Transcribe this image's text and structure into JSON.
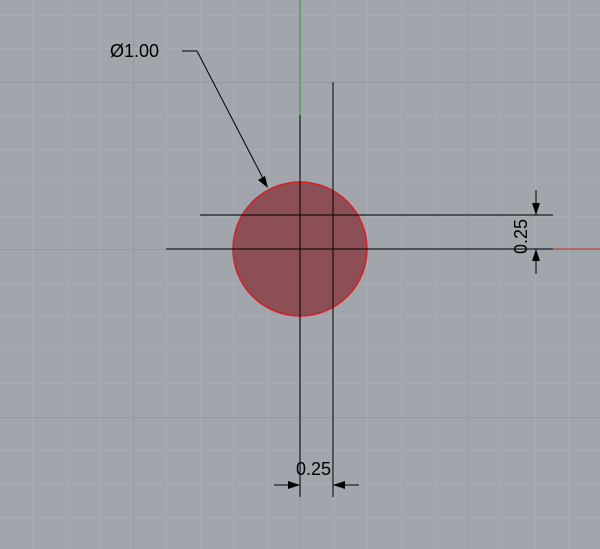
{
  "viewport": {
    "background_color": "#a1a6ad",
    "grid_minor_color": "#a8adb3",
    "grid_major_color": "#959aa2",
    "axis_x_color": "#cc2a2a",
    "axis_y_color": "#3a9a3a"
  },
  "circle": {
    "fill_color": "#8b4f55",
    "stroke_color": "#d61f26"
  },
  "dimensions": {
    "diameter_label": "Ø1.00",
    "vertical_offset_label": "0.25",
    "horizontal_offset_label": "0.25",
    "line_color": "#000000"
  }
}
